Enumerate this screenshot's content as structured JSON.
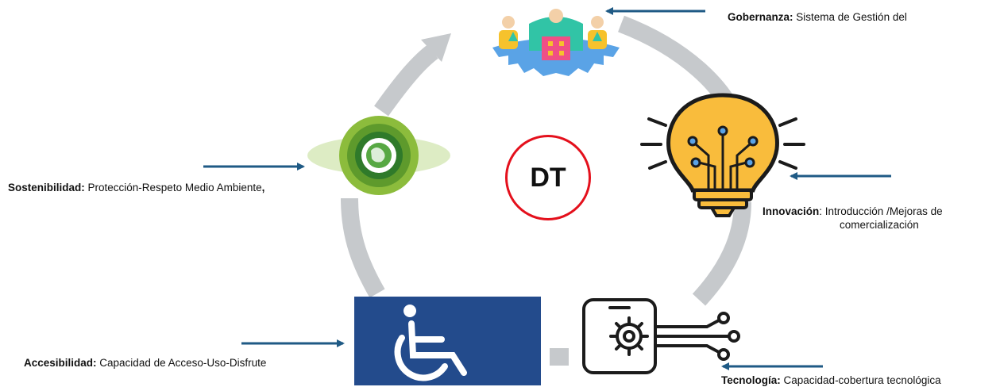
{
  "diagram": {
    "center_label": "DT",
    "nodes": [
      {
        "id": "gobernanza",
        "icon": "governance-network-icon",
        "title": "Gobernanza:",
        "text": " Sistema de Gestión del"
      },
      {
        "id": "innovacion",
        "icon": "lightbulb-circuit-icon",
        "title": "Innovación",
        "text": ": Introducción /Mejoras de",
        "text_line2": "comercialización"
      },
      {
        "id": "tecnologia",
        "icon": "phone-gear-icon",
        "title": "Tecnología:",
        "text": " Capacidad-cobertura tecnológica"
      },
      {
        "id": "accesibilidad",
        "icon": "wheelchair-icon",
        "title": "Accesibilidad:",
        "text": " Capacidad de Acceso-Uso-Disfrute"
      },
      {
        "id": "sostenibilidad",
        "icon": "green-earth-icon",
        "title": "Sostenibilidad:",
        "text": " Protección-Respeto Medio Ambiente",
        "suffix": ","
      }
    ]
  },
  "colors": {
    "arrow": "#1f5a85",
    "cycle": "#c6c9cc",
    "center_ring": "#e4101c",
    "wheelchair_bg": "#234b8c"
  }
}
